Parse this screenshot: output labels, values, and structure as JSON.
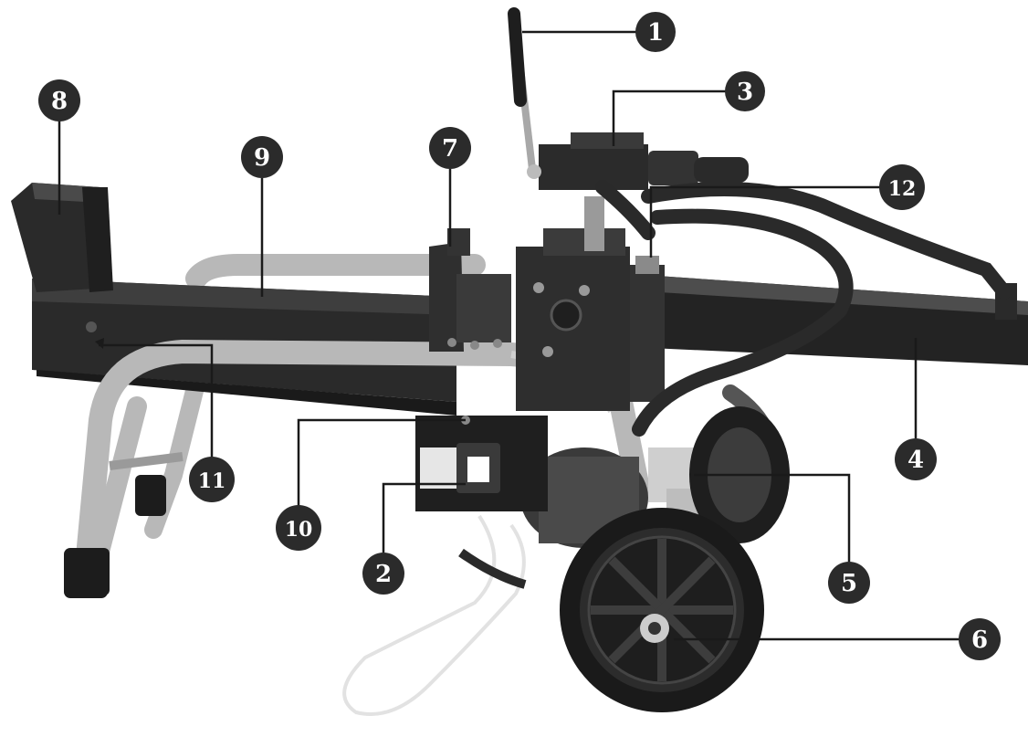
{
  "colors": {
    "badge_fill": "#2b2b2b",
    "badge_text": "#ffffff",
    "leader_line": "#1a1a1a",
    "metal_dark": "#2a2a2a",
    "metal_mid": "#555555",
    "frame_light": "#b8b8b8",
    "rubber": "#1c1c1c"
  },
  "callouts": [
    {
      "id": "1",
      "label": "1"
    },
    {
      "id": "2",
      "label": "2"
    },
    {
      "id": "3",
      "label": "3"
    },
    {
      "id": "4",
      "label": "4"
    },
    {
      "id": "5",
      "label": "5"
    },
    {
      "id": "6",
      "label": "6"
    },
    {
      "id": "7",
      "label": "7"
    },
    {
      "id": "8",
      "label": "8"
    },
    {
      "id": "9",
      "label": "9"
    },
    {
      "id": "10",
      "label": "10"
    },
    {
      "id": "11",
      "label": "11"
    },
    {
      "id": "12",
      "label": "12"
    }
  ]
}
